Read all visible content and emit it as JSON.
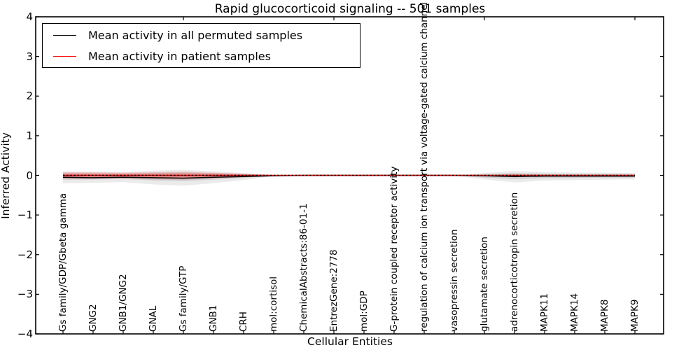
{
  "figure": {
    "title": "Rapid glucocorticoid signaling -- 501 samples",
    "xlabel": "Cellular Entities",
    "ylabel": "Inferred Activity"
  },
  "chart_data": {
    "type": "line",
    "title": "Rapid glucocorticoid signaling -- 501 samples",
    "xlabel": "Cellular Entities",
    "ylabel": "Inferred Activity",
    "ylim": [
      -4,
      4
    ],
    "ytick_labels": [
      "4",
      "3",
      "2",
      "1",
      "0",
      "−1",
      "−2",
      "−3",
      "−4"
    ],
    "grid": false,
    "legend_position": "upper left",
    "zero_line": 0,
    "categories": [
      "Gs family/GDP/Gbeta gamma",
      "GNG2",
      "GNB1/GNG2",
      "GNAL",
      "Gs family/GTP",
      "GNB1",
      "CRH",
      "mol:cortisol",
      "ChemicalAbstracts:86-01-1",
      "EntrezGene:2778",
      "mol:GDP",
      "G-protein coupled receptor activity",
      "regulation of calcium ion transport via voltage-gated calcium channel",
      "vasopressin secretion",
      "glutamate secretion",
      "adrenocorticotropin secretion",
      "MAPK11",
      "MAPK14",
      "MAPK8",
      "MAPK9"
    ],
    "series": [
      {
        "name": "Mean activity in all permuted samples",
        "color": "#000000",
        "style": "solid",
        "values": [
          -0.05,
          -0.06,
          -0.05,
          -0.06,
          -0.07,
          -0.05,
          -0.03,
          -0.01,
          0,
          0,
          0,
          0,
          0,
          0,
          -0.01,
          -0.03,
          -0.02,
          -0.02,
          -0.02,
          -0.02
        ]
      },
      {
        "name": "Mean activity in patient samples",
        "color": "#ff0000",
        "style": "solid",
        "values": [
          0,
          0,
          0,
          0,
          0,
          0,
          0,
          0,
          0,
          0,
          0,
          0,
          0,
          0,
          0,
          0,
          0,
          0,
          0,
          0
        ]
      }
    ],
    "bands": [
      {
        "name": "permuted-samples-activity-range",
        "color": "#000000",
        "opacity": 0.08,
        "hi": [
          0.1,
          0.09,
          0.08,
          0.12,
          0.14,
          0.1,
          0.06,
          0.01,
          0,
          0,
          0,
          0,
          0,
          0.01,
          0.06,
          0.11,
          0.08,
          0.07,
          0.07,
          0.06
        ],
        "lo": [
          -0.2,
          -0.19,
          -0.17,
          -0.23,
          -0.26,
          -0.2,
          -0.12,
          -0.02,
          0,
          0,
          0,
          0,
          0,
          -0.01,
          -0.1,
          -0.18,
          -0.13,
          -0.12,
          -0.11,
          -0.1
        ]
      },
      {
        "name": "patient-samples-activity-range",
        "color": "#ff0000",
        "opacity": 0.16,
        "hi": [
          0.08,
          0.08,
          0.07,
          0.08,
          0.09,
          0.07,
          0.04,
          0.01,
          0,
          0,
          0,
          0,
          0,
          0,
          0.01,
          0.03,
          0.02,
          0.02,
          0.02,
          0.02
        ],
        "lo": [
          -0.09,
          -0.09,
          -0.08,
          -0.1,
          -0.11,
          -0.08,
          -0.05,
          -0.01,
          0,
          0,
          0,
          0,
          0,
          0,
          -0.02,
          -0.04,
          -0.03,
          -0.03,
          -0.03,
          -0.02
        ]
      }
    ]
  }
}
